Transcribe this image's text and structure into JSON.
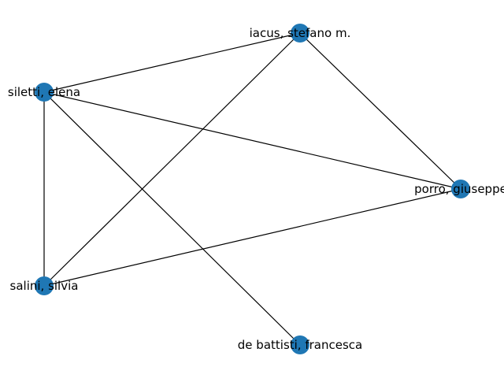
{
  "graph": {
    "node_color": "#1f77b4",
    "edge_color": "#000000",
    "nodes": [
      {
        "id": "iacus",
        "label": "iacus, stefano m."
      },
      {
        "id": "siletti",
        "label": "siletti, elena"
      },
      {
        "id": "porro",
        "label": "porro, giuseppe"
      },
      {
        "id": "salini",
        "label": "salini, silvia"
      },
      {
        "id": "debattisti",
        "label": "de battisti, francesca"
      }
    ],
    "edges": [
      [
        "iacus",
        "siletti"
      ],
      [
        "iacus",
        "porro"
      ],
      [
        "iacus",
        "salini"
      ],
      [
        "siletti",
        "porro"
      ],
      [
        "siletti",
        "salini"
      ],
      [
        "siletti",
        "debattisti"
      ],
      [
        "salini",
        "porro"
      ]
    ]
  }
}
